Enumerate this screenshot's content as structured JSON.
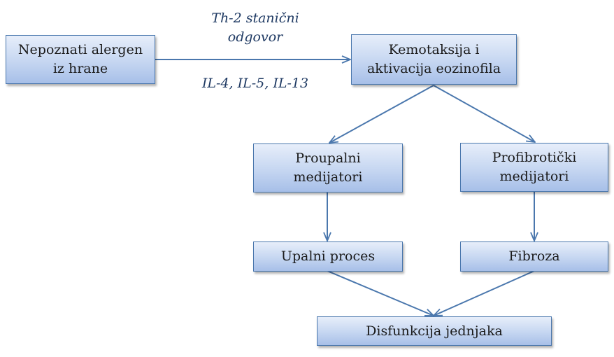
{
  "nodes": {
    "allergen": "Nepoznati alergen\niz hrane",
    "chemotaxis": "Kemotaksija i\naktivacija eozinofila",
    "proinflammatory": "Proupalni\nmedijatori",
    "profibrotic": "Profibrotički\nmedijatori",
    "inflammation": "Upalni proces",
    "fibrosis": "Fibroza",
    "dysfunction": "Disfunkcija jednjaka"
  },
  "edge_labels": {
    "th2": "Th-2 stanični\nodgovor",
    "interleukins": "IL-4, IL-5, IL-13"
  },
  "colors": {
    "arrow": "#4a77ad",
    "box_border": "#4a77ad",
    "label_text": "#1f3a63"
  }
}
